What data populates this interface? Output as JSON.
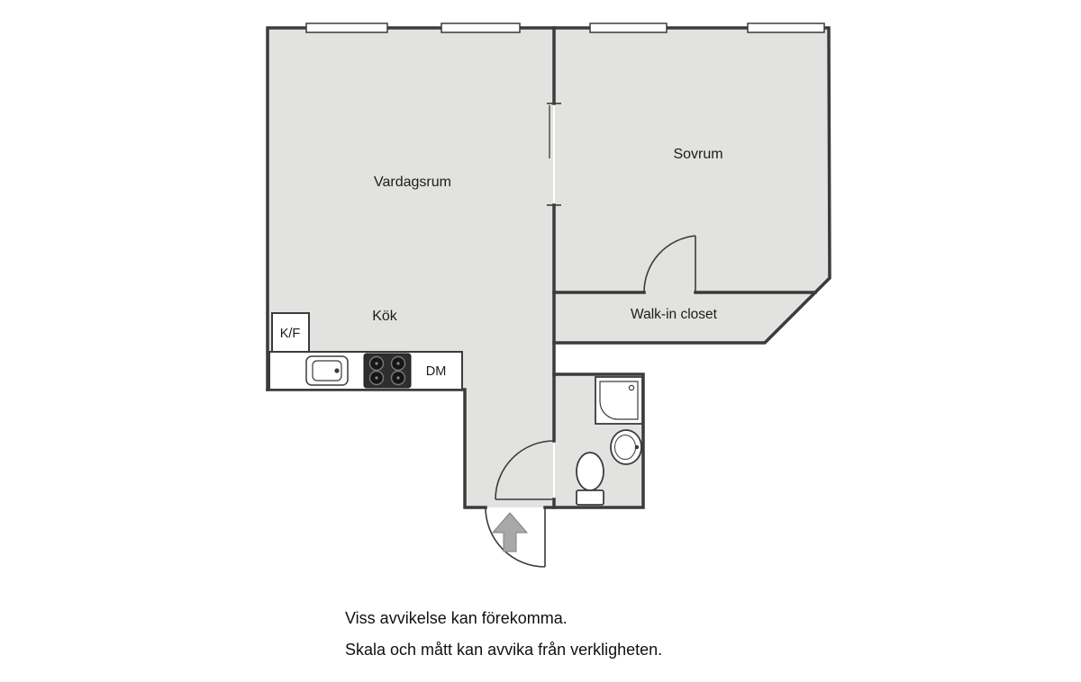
{
  "colors": {
    "background": "#ffffff",
    "walls": "#3b3b3b",
    "floor": "#e2e2e0",
    "stove": "#2e2e2e",
    "arrow": "#a8a8a8"
  },
  "labels": {
    "vardagsrum": "Vardagsrum",
    "sovrum": "Sovrum",
    "kok": "Kök",
    "walk_in_closet": "Walk-in closet",
    "kf": "K/F",
    "dm": "DM"
  },
  "captions": {
    "line1": "Viss avvikelse kan förekomma.",
    "line2": "Skala och mått kan avvika från verkligheten."
  }
}
